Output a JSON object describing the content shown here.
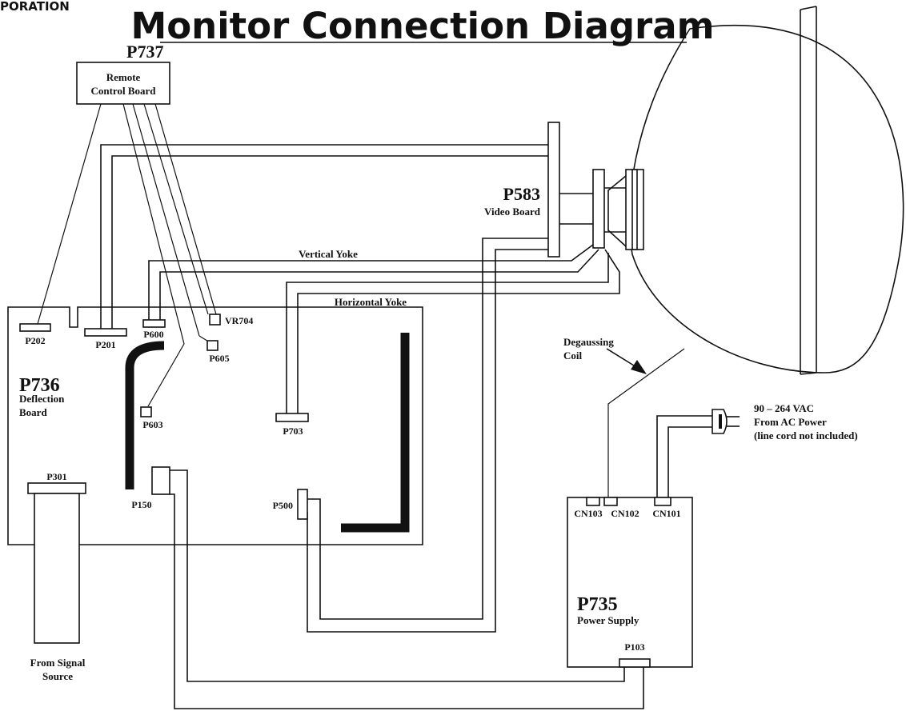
{
  "header": {
    "corner_text": "PORATION",
    "title": "Monitor Connection Diagram"
  },
  "boards": {
    "remote_control": {
      "id": "P737",
      "name_line1": "Remote",
      "name_line2": "Control Board"
    },
    "video": {
      "id": "P583",
      "name": "Video Board"
    },
    "deflection": {
      "id": "P736",
      "name_line1": "Deflection",
      "name_line2": "Board"
    },
    "power_supply": {
      "id": "P735",
      "name": "Power Supply"
    }
  },
  "connectors": {
    "p202": "P202",
    "p201": "P201",
    "p600": "P600",
    "vr704": "VR704",
    "p605": "P605",
    "p603": "P603",
    "p703": "P703",
    "p301": "P301",
    "p150": "P150",
    "p500": "P500",
    "cn103": "CN103",
    "cn102": "CN102",
    "cn101": "CN101",
    "p103": "P103"
  },
  "cables": {
    "vertical_yoke": "Vertical Yoke",
    "horizontal_yoke": "Horizontal Yoke"
  },
  "annotations": {
    "degaussing_line1": "Degaussing",
    "degaussing_line2": "Coil",
    "ac_line1": "90 – 264 VAC",
    "ac_line2": "From AC Power",
    "ac_line3": "(line cord not included)",
    "signal_line1": "From Signal",
    "signal_line2": "Source"
  }
}
